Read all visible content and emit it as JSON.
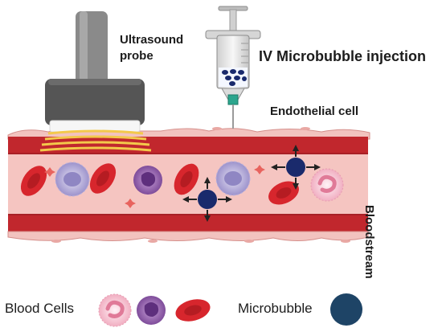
{
  "labels": {
    "probe_line1": "Ultrasound",
    "probe_line2": "probe",
    "injection": "IV Microbubble injection",
    "endothelial": "Endothelial cell",
    "bloodstream": "Bloodstream"
  },
  "legend": {
    "blood_cells": "Blood Cells",
    "microbubble": "Microbubble"
  },
  "colors": {
    "vessel_wall": "#c1272d",
    "lumen": "#f5c5c1",
    "probe_body": "#555555",
    "probe_handle": "#8a8a8a",
    "wave": "#f3c94b",
    "microbubble": "#1a2a6c",
    "legend_microbubble": "#1e4466",
    "rbc": "#d7262d",
    "wbc": "#a996cf",
    "lymphocyte": "#7e4c9a",
    "neutrophil": "#f2b3c4",
    "platelet": "#e8635e"
  }
}
